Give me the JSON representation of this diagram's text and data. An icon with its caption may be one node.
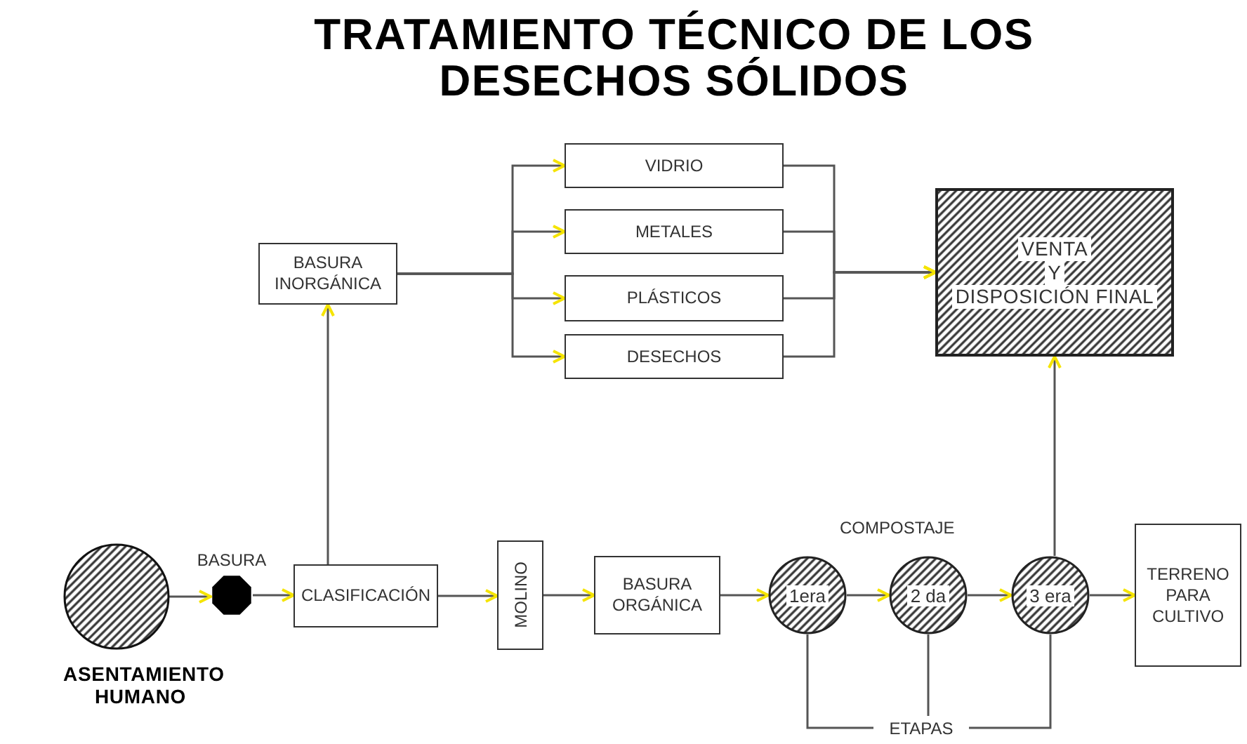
{
  "diagram": {
    "title": "TRATAMIENTO TÉCNICO DE LOS DESECHOS SÓLIDOS",
    "nodes": [
      {
        "text": [
          "ASENTAMIENTO HUMANO"
        ]
      },
      {
        "text": [
          "BASURA"
        ]
      },
      {
        "text": [
          "CLASIFICACIÓN"
        ]
      },
      {
        "text": [
          "BASURA INORGÁNICA"
        ]
      },
      {
        "text": [
          "VIDRIO"
        ]
      },
      {
        "text": [
          "METALES"
        ]
      },
      {
        "text": [
          "PLÁSTICOS"
        ]
      },
      {
        "text": [
          "DESECHOS"
        ]
      },
      {
        "text": [
          "VENTA",
          "Y",
          "DISPOSICIÓN FINAL"
        ]
      },
      {
        "text": [
          "MOLINO"
        ]
      },
      {
        "text": [
          "BASURA ORGÁNICA"
        ]
      },
      {
        "text": [
          "1era"
        ]
      },
      {
        "text": [
          "2 da"
        ]
      },
      {
        "text": [
          "3 era"
        ]
      },
      {
        "text": [
          "TERRENO PARA CULTIVO"
        ]
      },
      {
        "text": [
          "ETAPAS"
        ]
      }
    ],
    "edges": [
      {
        "from": 0,
        "to": 1,
        "arrow": "to"
      },
      {
        "from": 1,
        "to": 2,
        "arrow": "to"
      },
      {
        "from": 2,
        "to": 3,
        "arrow": "to"
      },
      {
        "from": 3,
        "to": 4,
        "arrow": "to"
      },
      {
        "from": 3,
        "to": 5,
        "arrow": "to"
      },
      {
        "from": 3,
        "to": 6,
        "arrow": "to"
      },
      {
        "from": 3,
        "to": 7,
        "arrow": "to"
      },
      {
        "from": 4,
        "to": 8,
        "arrow": "to"
      },
      {
        "from": 5,
        "to": 8,
        "arrow": "to"
      },
      {
        "from": 6,
        "to": 8,
        "arrow": "to"
      },
      {
        "from": 7,
        "to": 8,
        "arrow": "to"
      },
      {
        "from": 2,
        "to": 9,
        "arrow": "to"
      },
      {
        "from": 9,
        "to": 10,
        "arrow": "to"
      },
      {
        "from": 10,
        "to": 11,
        "arrow": "to"
      },
      {
        "from": 11,
        "to": 12,
        "arrow": "to"
      },
      {
        "from": 12,
        "to": 13,
        "arrow": "to"
      },
      {
        "from": 13,
        "to": 14,
        "arrow": "to"
      },
      {
        "from": 13,
        "to": 8,
        "arrow": "to"
      },
      {
        "from": 11,
        "to": 15,
        "arrow": "none"
      },
      {
        "from": 12,
        "to": 15,
        "arrow": "none"
      },
      {
        "from": 13,
        "to": 15,
        "arrow": "none"
      }
    ],
    "labels": [
      "COMPOSTAJE"
    ]
  }
}
